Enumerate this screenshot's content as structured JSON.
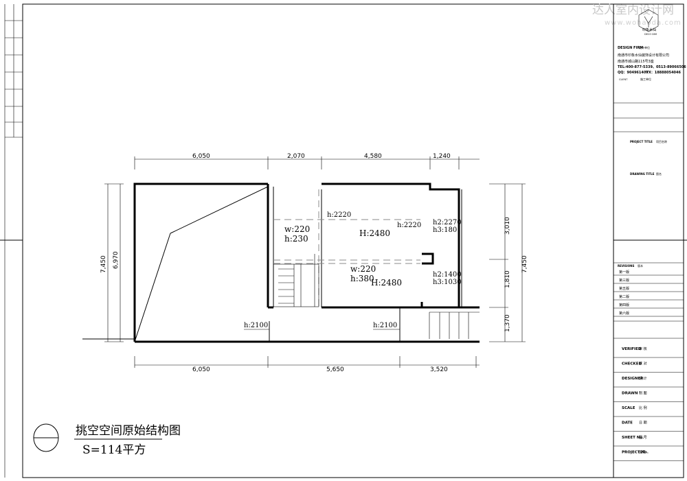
{
  "watermark": {
    "cn": "达人室内设计网",
    "en": "www.wohaoda.com"
  },
  "logo": {
    "cn": "印象水仙",
    "en": "DECO DIM"
  },
  "company": {
    "design_firm_label": "DESIGN FIRM",
    "design_firm_cn": "设计单位",
    "name": "南通市印象水仙装饰设计有限公司",
    "address": "南通市城山路115号3座",
    "tel": "TEL:400-877-5339、0513-89066506",
    "qq": "QQ：904961407",
    "vx": "VX：18888054046",
    "client_label": "CLIENT",
    "client_cn": "施工单位"
  },
  "project": {
    "title_label": "PROJECT TITLE",
    "title_cn": "项目名称",
    "drawing_label": "DRAWING TITLE",
    "drawing_cn": "图名"
  },
  "revisions": {
    "label": "REVISIONS",
    "label_cn": "版本",
    "items": [
      "第一版",
      "第三版",
      "第五版",
      "第二版",
      "第四版",
      "第六版"
    ]
  },
  "signoff": [
    {
      "en": "VERIFIED",
      "cn": "审 核"
    },
    {
      "en": "CHECKED",
      "cn": "校 对"
    },
    {
      "en": "DESIGNER",
      "cn": "设 计"
    },
    {
      "en": "DRAWN",
      "cn": "制 图"
    },
    {
      "en": "SCALE",
      "cn": "比 例"
    },
    {
      "en": "DATE",
      "cn": "日 期"
    },
    {
      "en": "SHEET No.",
      "cn": "图 号"
    },
    {
      "en": "PROJECT No.",
      "cn": "编号"
    }
  ],
  "drawing": {
    "title": "挑空空间原始结构图",
    "area": "S=114平方",
    "dims_top": [
      "6,050",
      "2,070",
      "4,580",
      "1,240"
    ],
    "dims_bottom": [
      "6,050",
      "5,650",
      "3,520"
    ],
    "dims_left": [
      "7,450",
      "6,970"
    ],
    "dims_right": [
      "3,010",
      "1,810",
      "1,370",
      "7,450"
    ],
    "labels": {
      "h2220a": "h:2220",
      "h2220b": "h:2220",
      "w220a": "w:220",
      "h230": "h:230",
      "H2480a": "H:2480",
      "h2_2270": "h2:2270",
      "h3_180": "h3:180",
      "w220b": "w:220",
      "h380": "h:380",
      "H2480b": "H:2480",
      "h2_1400": "h2:1400",
      "h3_1030": "h3:1030",
      "h2100a": "h:2100",
      "h2100b": "h:2100"
    }
  }
}
